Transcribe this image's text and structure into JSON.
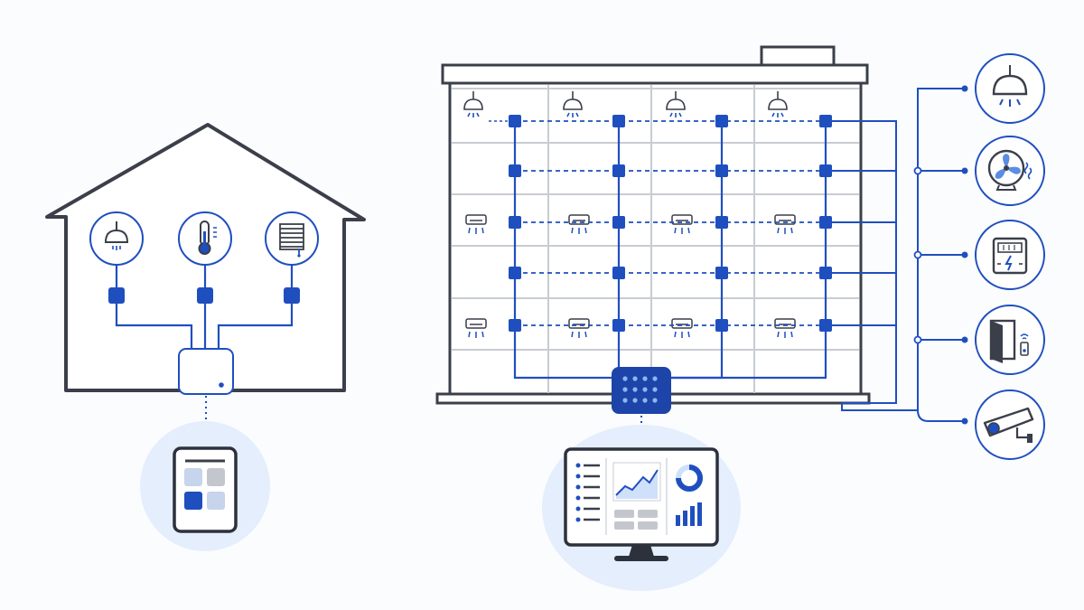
{
  "colors": {
    "outline": "#3a3f4a",
    "accent": "#1f4fbf",
    "accent_dark": "#1d44a8",
    "light_fill": "#e6f0fd",
    "grid": "#c8ccd2"
  },
  "home": {
    "devices": [
      {
        "name": "ceiling-lamp",
        "icon": "lamp-icon"
      },
      {
        "name": "thermostat",
        "icon": "thermometer-icon"
      },
      {
        "name": "window-blinds",
        "icon": "blinds-icon"
      }
    ],
    "hub": "hub-icon",
    "controller": "tablet-icon"
  },
  "building": {
    "floors": 6,
    "zones": 4,
    "controller": "building-controller-icon",
    "workstation": "monitor-dashboard-icon"
  },
  "external_devices": [
    {
      "name": "lighting",
      "icon": "pendant-lamp-icon"
    },
    {
      "name": "ventilation",
      "icon": "fan-icon"
    },
    {
      "name": "energy-meter",
      "icon": "electric-meter-icon"
    },
    {
      "name": "access-control",
      "icon": "door-access-icon"
    },
    {
      "name": "surveillance",
      "icon": "security-camera-icon"
    }
  ]
}
